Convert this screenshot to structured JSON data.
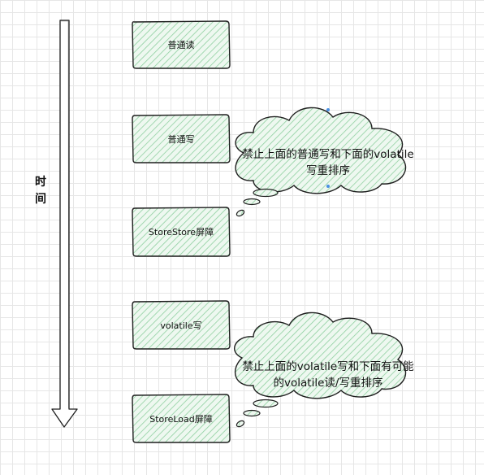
{
  "time_axis": {
    "label_line1": "时",
    "label_line2": "间"
  },
  "steps": [
    {
      "label": "普通读"
    },
    {
      "label": "普通写"
    },
    {
      "label": "StoreStore屏障"
    },
    {
      "label": "volatile写"
    },
    {
      "label": "StoreLoad屏障"
    }
  ],
  "bubbles": [
    {
      "line1": "禁止上面的普通写和下面的volatile",
      "line2": "写重排序"
    },
    {
      "line1": "禁止上面的volatile写和下面有可能",
      "line2": "的volatile读/写重排序"
    }
  ],
  "colors": {
    "box_fill": "#d8f0de",
    "stroke": "#1e1e1e",
    "hatch": "#7cc68f"
  }
}
